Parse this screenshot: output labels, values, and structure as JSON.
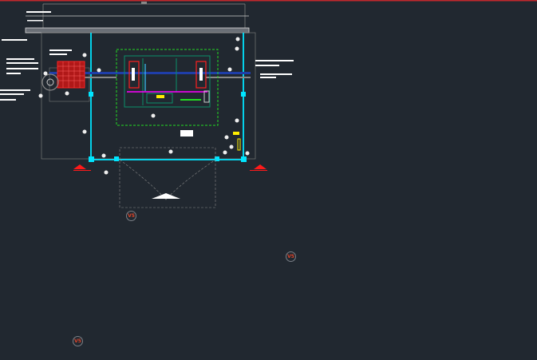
{
  "drawing": {
    "view_tags": [
      "V5",
      "V5",
      "V5"
    ],
    "colors": {
      "background": "#212830",
      "wall": "#00e5ff",
      "pipe": "#1f3ea8",
      "equipment": "#ff1a1a",
      "zone": "#22dd22",
      "grid": "#0a8f6a",
      "table_border": "#1a1aff",
      "highlight": "#ffff00",
      "text_block": "#ffffff"
    }
  }
}
